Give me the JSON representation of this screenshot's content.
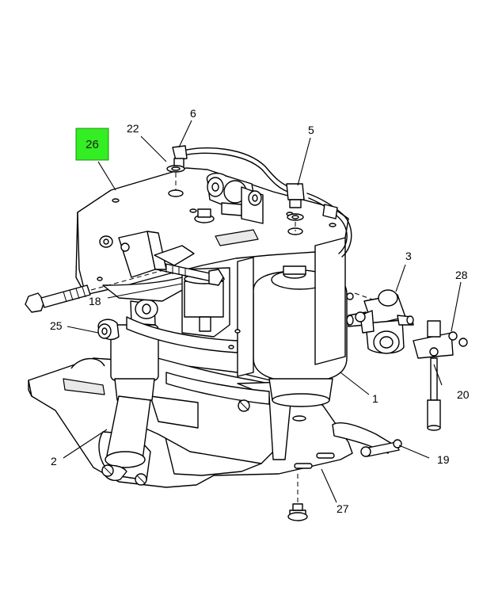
{
  "highlight": {
    "label": "26",
    "color": "#33ee22"
  },
  "callouts": {
    "c1": "1",
    "c2": "2",
    "c3": "3",
    "c5": "5",
    "c6": "6",
    "c18": "18",
    "c19": "19",
    "c20": "20",
    "c22": "22",
    "c25": "25",
    "c27": "27",
    "c28": "28"
  }
}
